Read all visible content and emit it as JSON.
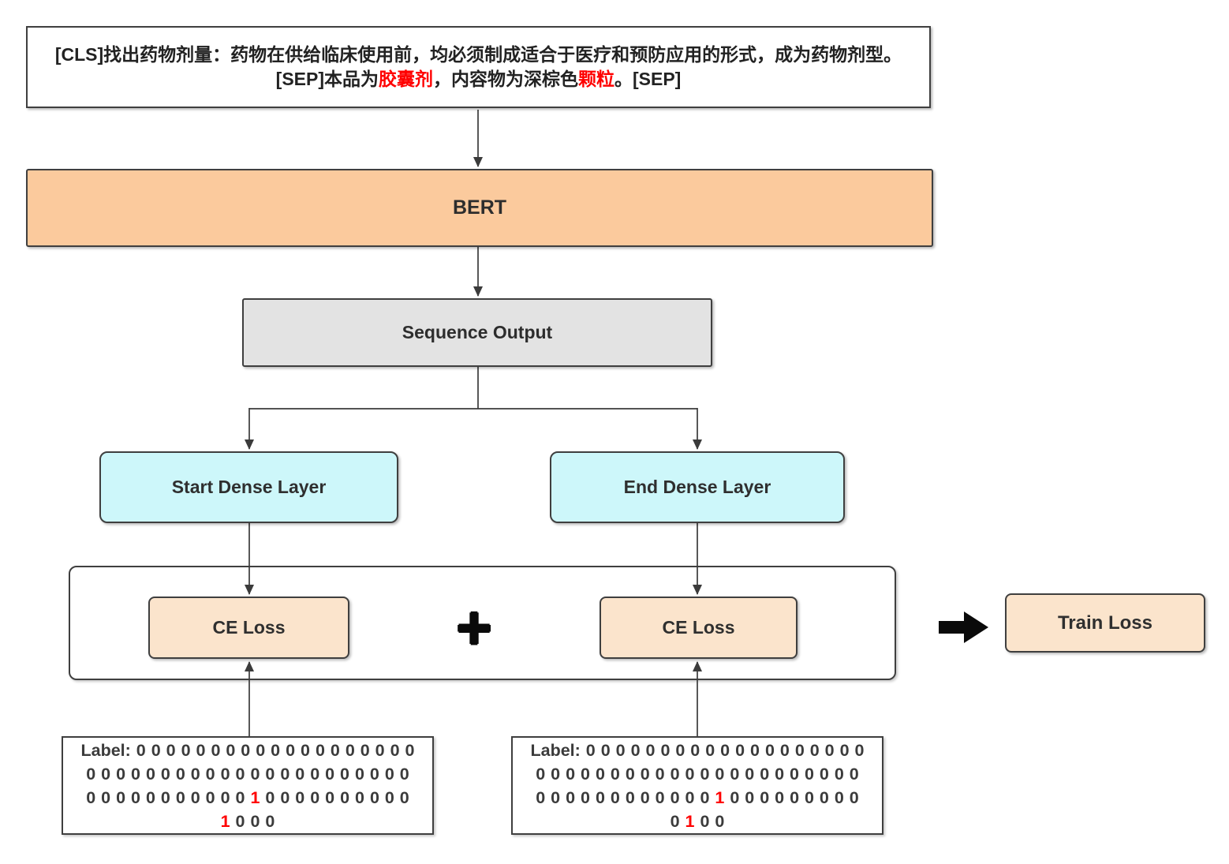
{
  "colors": {
    "bert_fill": "#fbca9d",
    "dense_fill": "#cdf7fa",
    "loss_fill": "#fbe4cc",
    "sequence_fill": "#e3e3e3",
    "border": "#3f3f3f",
    "arrow": "#3b3b3b",
    "red_text": "#ff0000"
  },
  "input_box": {
    "line1": [
      {
        "text": "[CLS]找出药物剂量：药物在供给临床使用前，均必须制成适合于医疗和预防应用的形式，成为药物剂型。",
        "red": false
      }
    ],
    "line2": [
      {
        "text": "[SEP]本品为",
        "red": false
      },
      {
        "text": "胶囊剂",
        "red": true
      },
      {
        "text": "，内容物为深棕色",
        "red": false
      },
      {
        "text": "颗粒",
        "red": true
      },
      {
        "text": "。[SEP]",
        "red": false
      }
    ]
  },
  "bert": {
    "label": "BERT"
  },
  "sequence_output": {
    "label": "Sequence Output"
  },
  "start_dense": {
    "label": "Start Dense Layer"
  },
  "end_dense": {
    "label": "End Dense Layer"
  },
  "ce_loss_left": {
    "label": "CE Loss"
  },
  "ce_loss_right": {
    "label": "CE Loss"
  },
  "plus": {
    "label": "+"
  },
  "train_loss": {
    "label": "Train Loss"
  },
  "label_boxes": [
    {
      "lines": [
        [
          {
            "text": "Label: 0 0 0 0 0 0 0 0 0 0 0 0 0 0 0 0 0 0 0",
            "red": false
          }
        ],
        [
          {
            "text": "0 0 0 0 0 0 0 0 0 0 0 0 0 0 0 0 0 0 0 0 0 0",
            "red": false
          }
        ],
        [
          {
            "text": "0 0 0 0 0 0 0 0 0 0 0 ",
            "red": false
          },
          {
            "text": "1",
            "red": true
          },
          {
            "text": " 0 0 0 0 0 0 0 0 0 0",
            "red": false
          }
        ],
        [
          {
            "text": "1",
            "red": true
          },
          {
            "text": " 0 0 0",
            "red": false
          }
        ]
      ]
    },
    {
      "lines": [
        [
          {
            "text": "Label: 0 0 0 0 0 0 0 0 0 0 0 0 0 0 0 0 0 0 0",
            "red": false
          }
        ],
        [
          {
            "text": "0 0 0 0 0 0 0 0 0 0 0 0 0 0 0 0 0 0 0 0 0 0",
            "red": false
          }
        ],
        [
          {
            "text": "0 0 0 0 0 0 0 0 0 0 0 0 ",
            "red": false
          },
          {
            "text": "1",
            "red": true
          },
          {
            "text": " 0 0 0 0 0 0 0 0 0",
            "red": false
          }
        ],
        [
          {
            "text": "0 ",
            "red": false
          },
          {
            "text": "1",
            "red": true
          },
          {
            "text": " 0 0",
            "red": false
          }
        ]
      ]
    }
  ]
}
